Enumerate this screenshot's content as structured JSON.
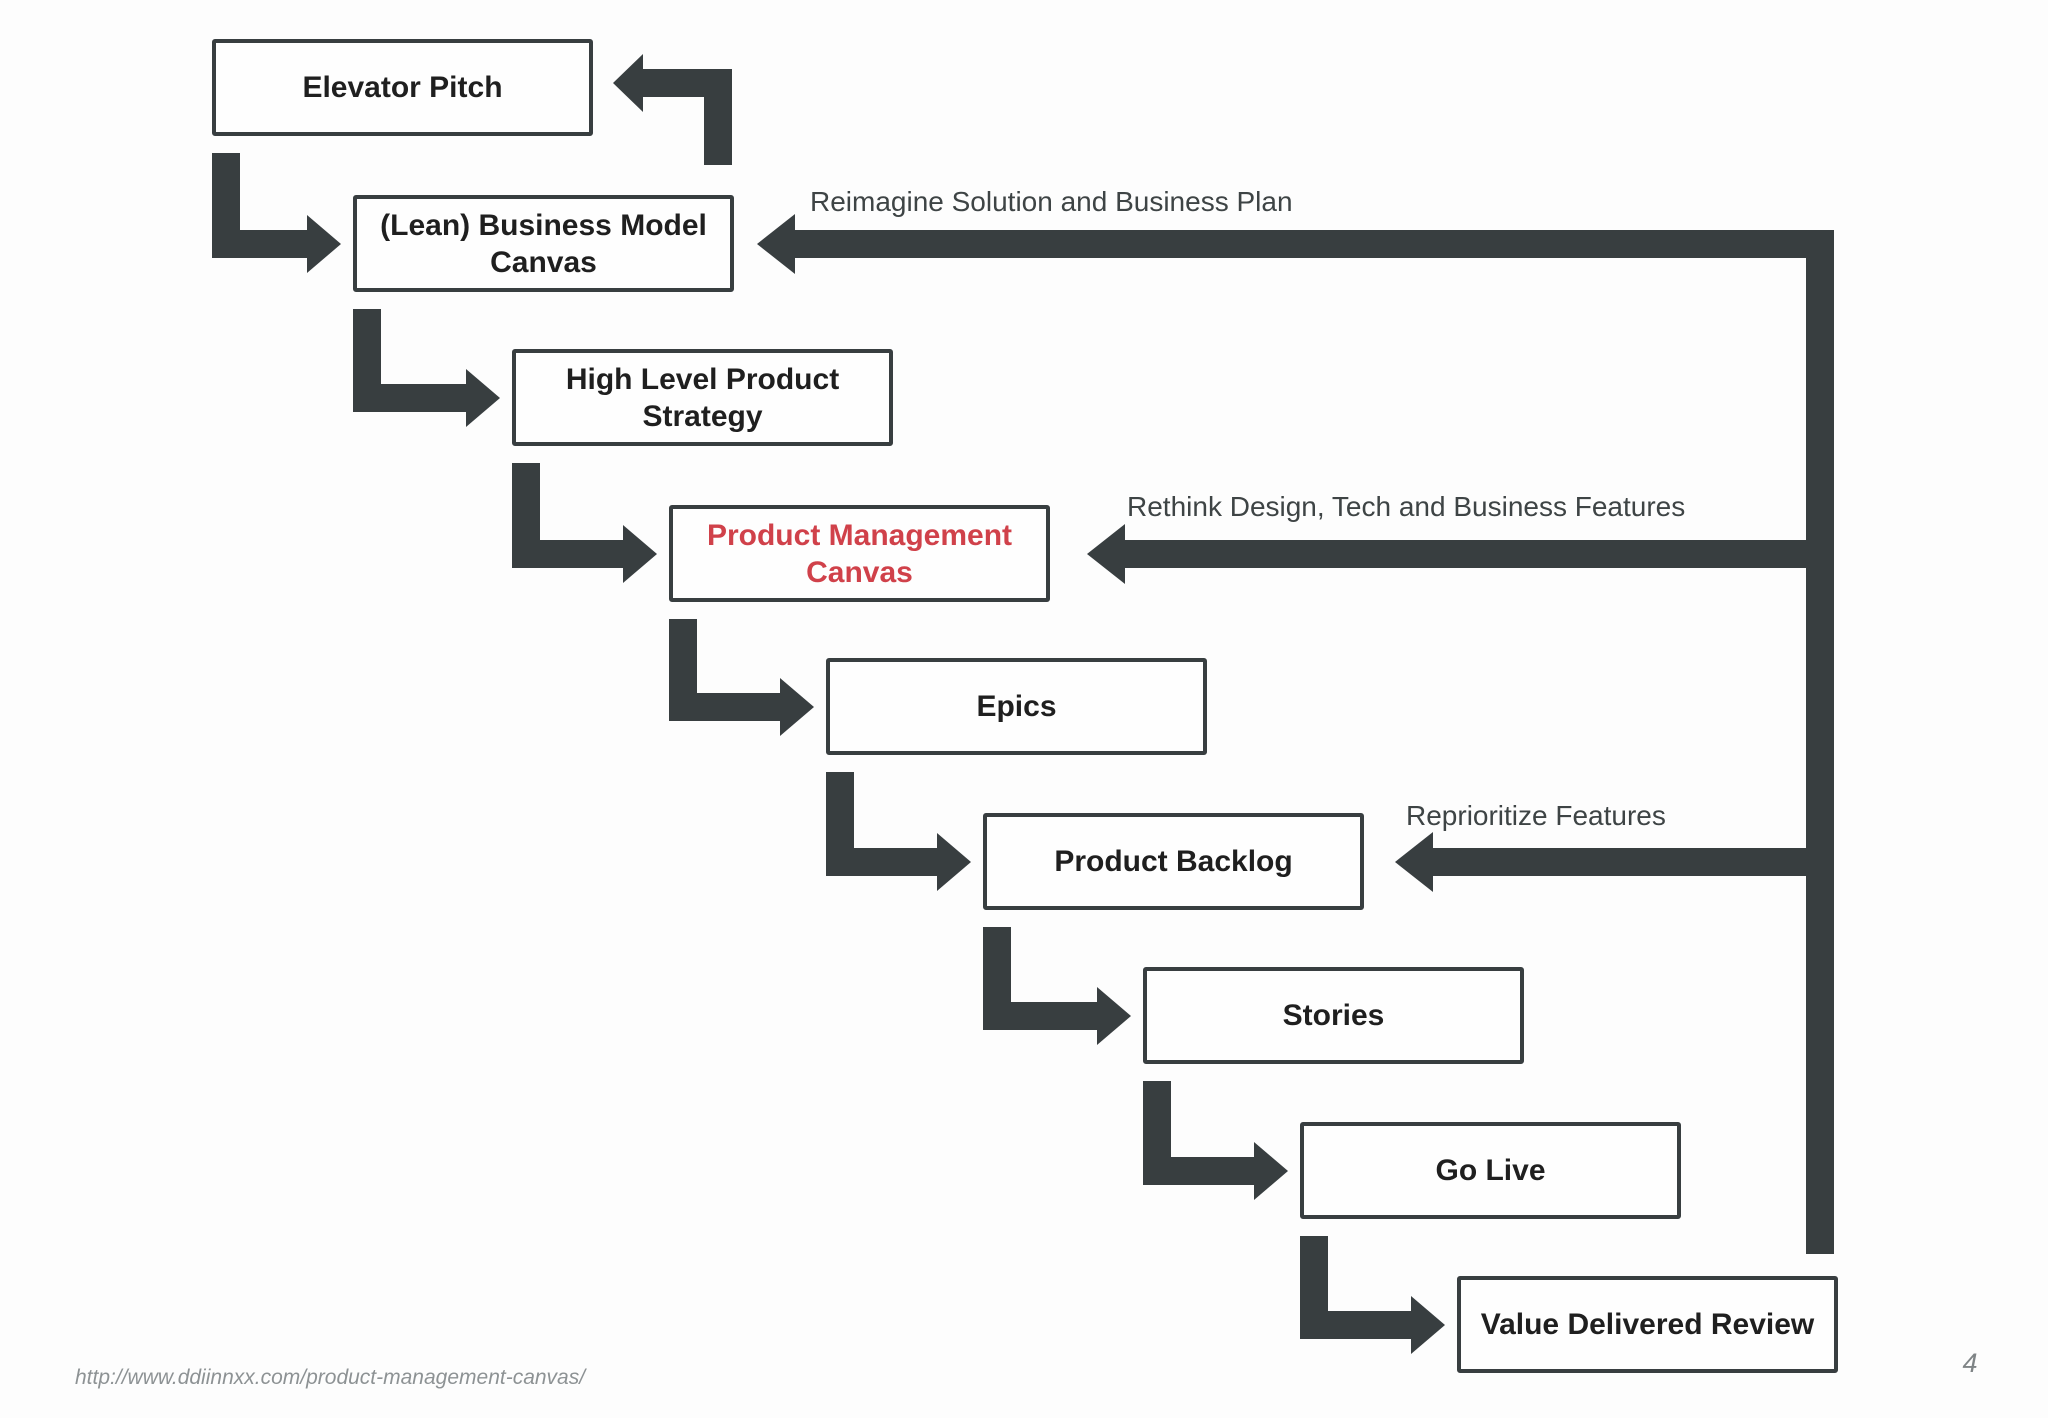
{
  "flow_boxes": [
    {
      "label": "Elevator Pitch"
    },
    {
      "label": "(Lean) Business Model Canvas"
    },
    {
      "label": "High Level Product Strategy"
    },
    {
      "label": "Product Management Canvas",
      "highlight": true
    },
    {
      "label": "Epics"
    },
    {
      "label": "Product Backlog"
    },
    {
      "label": "Stories"
    },
    {
      "label": "Go Live"
    },
    {
      "label": "Value Delivered Review"
    }
  ],
  "feedback_arrows": [
    {
      "label": "Reimagine Solution and Business Plan",
      "target": "(Lean) Business Model Canvas"
    },
    {
      "label": "Rethink Design, Tech and Business Features",
      "target": "Product Management Canvas"
    },
    {
      "label": "Reprioritize Features",
      "target": "Product Backlog"
    }
  ],
  "footer": {
    "source_url": "http://www.ddiinnxx.com/product-management-canvas/",
    "page_number": "4"
  },
  "colors": {
    "arrow": "#383e40",
    "box-border": "#383e40",
    "box-text": "#1f1f1f",
    "highlight": "#d0414a",
    "annotation": "#3e4445",
    "footer": "#8d9294",
    "bg": "#fdfdfd"
  }
}
